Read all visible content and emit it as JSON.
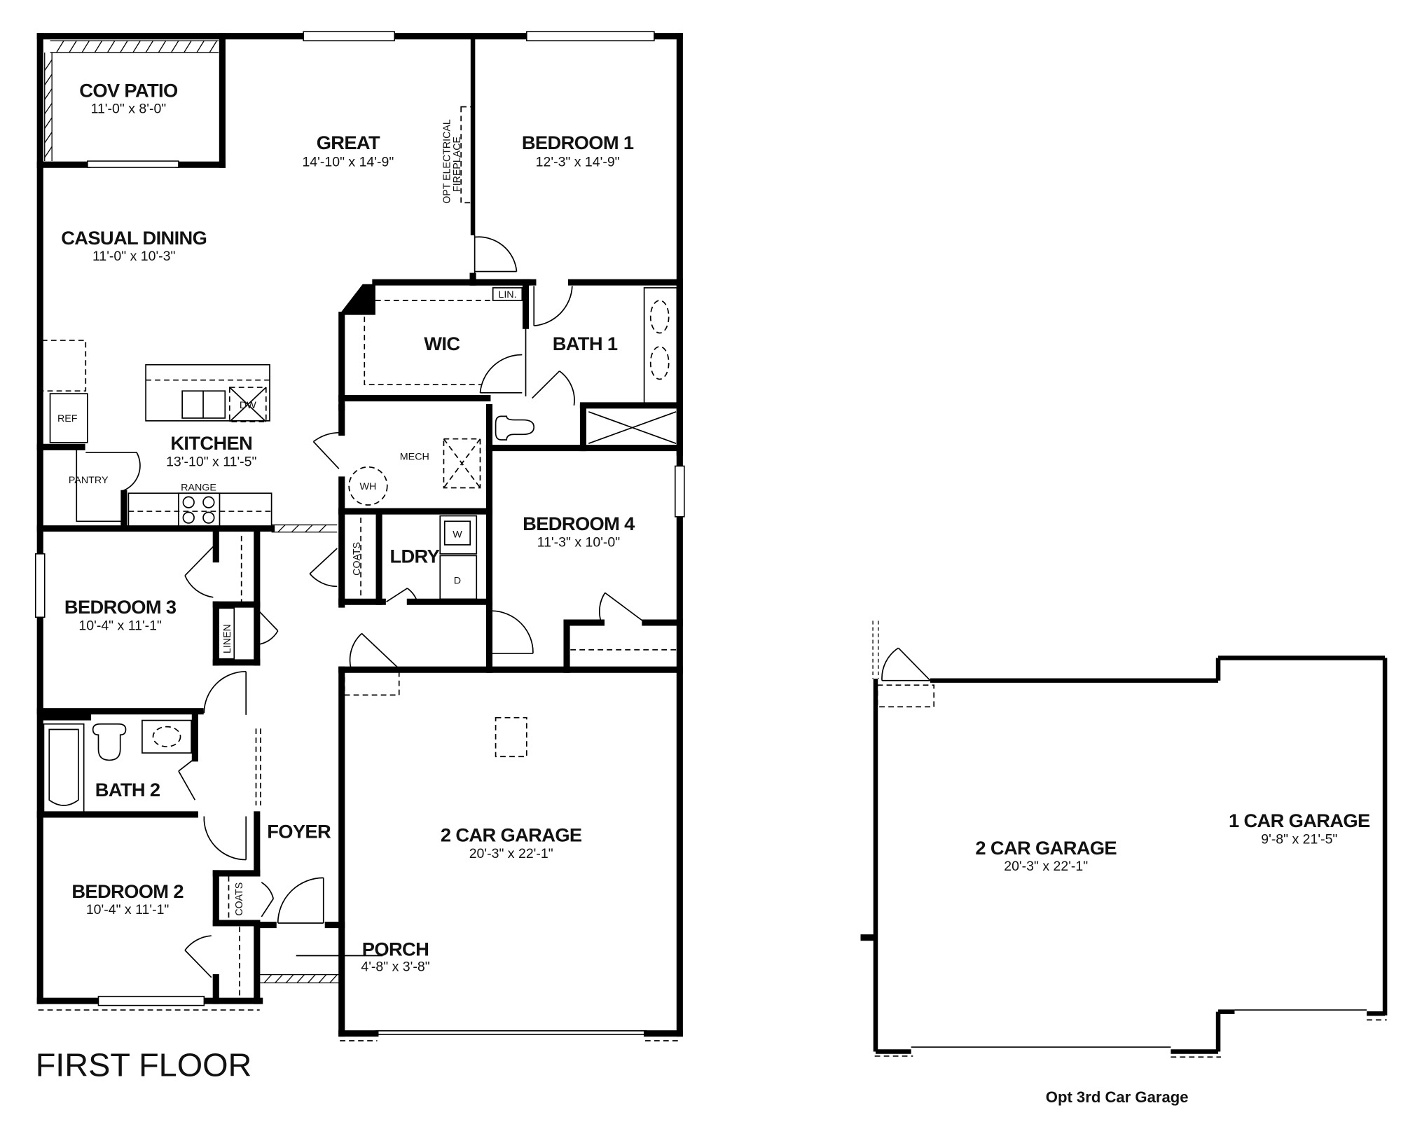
{
  "plan": {
    "title": "FIRST FLOOR",
    "option_caption": "Opt 3rd Car Garage",
    "colors": {
      "line": "#000000",
      "background": "#ffffff"
    }
  },
  "rooms": {
    "cov_patio": {
      "name": "COV PATIO",
      "dims": "11'-0\" x 8'-0\""
    },
    "great": {
      "name": "GREAT",
      "dims": "14'-10\" x 14'-9\""
    },
    "bedroom1": {
      "name": "BEDROOM 1",
      "dims": "12'-3\" x 14'-9\""
    },
    "casual_dining": {
      "name": "CASUAL DINING",
      "dims": "11'-0\" x 10'-3\""
    },
    "wic": {
      "name": "WIC"
    },
    "bath1": {
      "name": "BATH 1"
    },
    "kitchen": {
      "name": "KITCHEN",
      "dims": "13'-10\" x 11'-5\""
    },
    "mech": {
      "name": "MECH"
    },
    "bedroom4": {
      "name": "BEDROOM 4",
      "dims": "11'-3\" x 10'-0\""
    },
    "ldry": {
      "name": "LDRY"
    },
    "bedroom3": {
      "name": "BEDROOM 3",
      "dims": "10'-4\" x 11'-1\""
    },
    "bath2": {
      "name": "BATH 2"
    },
    "foyer": {
      "name": "FOYER"
    },
    "garage2": {
      "name": "2 CAR GARAGE",
      "dims": "20'-3\" x 22'-1\""
    },
    "bedroom2": {
      "name": "BEDROOM 2",
      "dims": "10'-4\" x 11'-1\""
    },
    "porch": {
      "name": "PORCH",
      "dims": "4'-8\" x 3'-8\""
    }
  },
  "fixtures": {
    "fireplace": [
      "OPT ELECTRICAL",
      "FIREPLACE"
    ],
    "lin": "LIN.",
    "ref": "REF",
    "pantry": "PANTRY",
    "range": "RANGE",
    "dw": "DW",
    "wh": "WH",
    "coats_1": "COATS",
    "coats_2": "COATS",
    "linen": "LINEN",
    "washer": "W",
    "dryer": "D"
  },
  "option": {
    "garage2": {
      "name": "2 CAR GARAGE",
      "dims": "20'-3\" x 22'-1\""
    },
    "garage1": {
      "name": "1 CAR GARAGE",
      "dims": "9'-8\" x 21'-5\""
    }
  }
}
